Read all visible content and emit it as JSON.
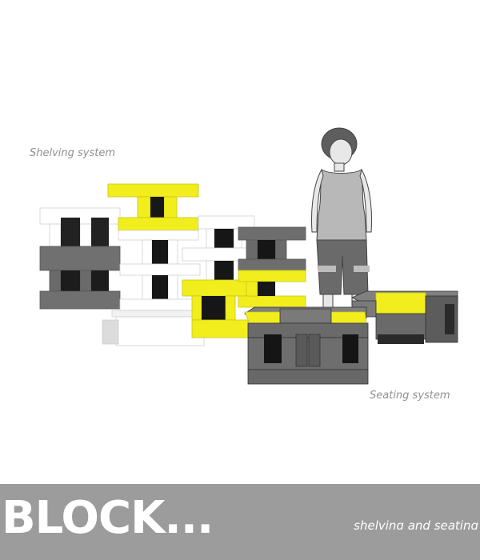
{
  "labels": {
    "shelving": "Shelving system",
    "seating": "Seating system"
  },
  "banner": {
    "title": "BLOCK...",
    "subtitle": "shelving and seating"
  },
  "colors": {
    "accent_yellow": "#f2ee1e",
    "block_gray": "#666666",
    "block_white": "#ffffff",
    "banner_gray": "#9c9c9c",
    "label_gray": "#8f8f8f"
  }
}
